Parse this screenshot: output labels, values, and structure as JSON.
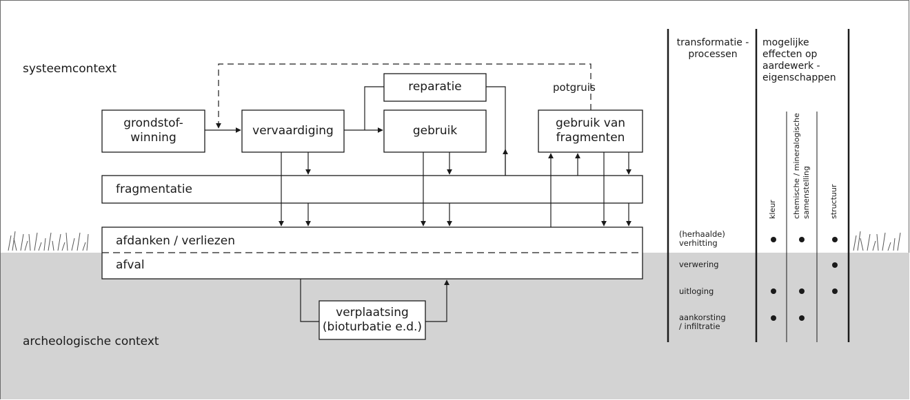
{
  "contexts": {
    "system": "systeemcontext",
    "archaeological": "archeologische context"
  },
  "boxes": {
    "raw_material_line1": "grondstof-",
    "raw_material_line2": "winning",
    "manufacture": "vervaardiging",
    "repair": "reparatie",
    "use": "gebruik",
    "fragment_use_line1": "gebruik van",
    "fragment_use_line2": "fragmenten",
    "fragmentation": "fragmentatie",
    "discard": "afdanken / verliezen",
    "waste": "afval",
    "displacement_line1": "verplaatsing",
    "displacement_line2": "(bioturbatie e.d.)"
  },
  "annotations": {
    "sherd_grit": "potgruis"
  },
  "table": {
    "col_processes_line1": "transformatie -",
    "col_processes_line2": "processen",
    "col_effects_line1": "mogelijke",
    "col_effects_line2": "effecten op",
    "col_effects_line3": "aardewerk -",
    "col_effects_line4": "eigenschappen",
    "property_color": "kleur",
    "property_chem_line1": "chemische / mineralogische",
    "property_chem_line2": "samenstelling",
    "property_structure": "structuur",
    "rows": [
      {
        "line1": "(herhaalde)",
        "line2": "verhitting",
        "kleur": true,
        "chem": true,
        "structuur": true
      },
      {
        "line1": "verwering",
        "line2": "",
        "kleur": false,
        "chem": false,
        "structuur": true
      },
      {
        "line1": "uitloging",
        "line2": "",
        "kleur": true,
        "chem": true,
        "structuur": true
      },
      {
        "line1": "aankorsting",
        "line2": "/ infiltratie",
        "kleur": true,
        "chem": true,
        "structuur": false
      }
    ]
  },
  "colors": {
    "ground": "#d3d3d3",
    "line": "#1a1a1a",
    "box_fill": "#ffffff"
  }
}
